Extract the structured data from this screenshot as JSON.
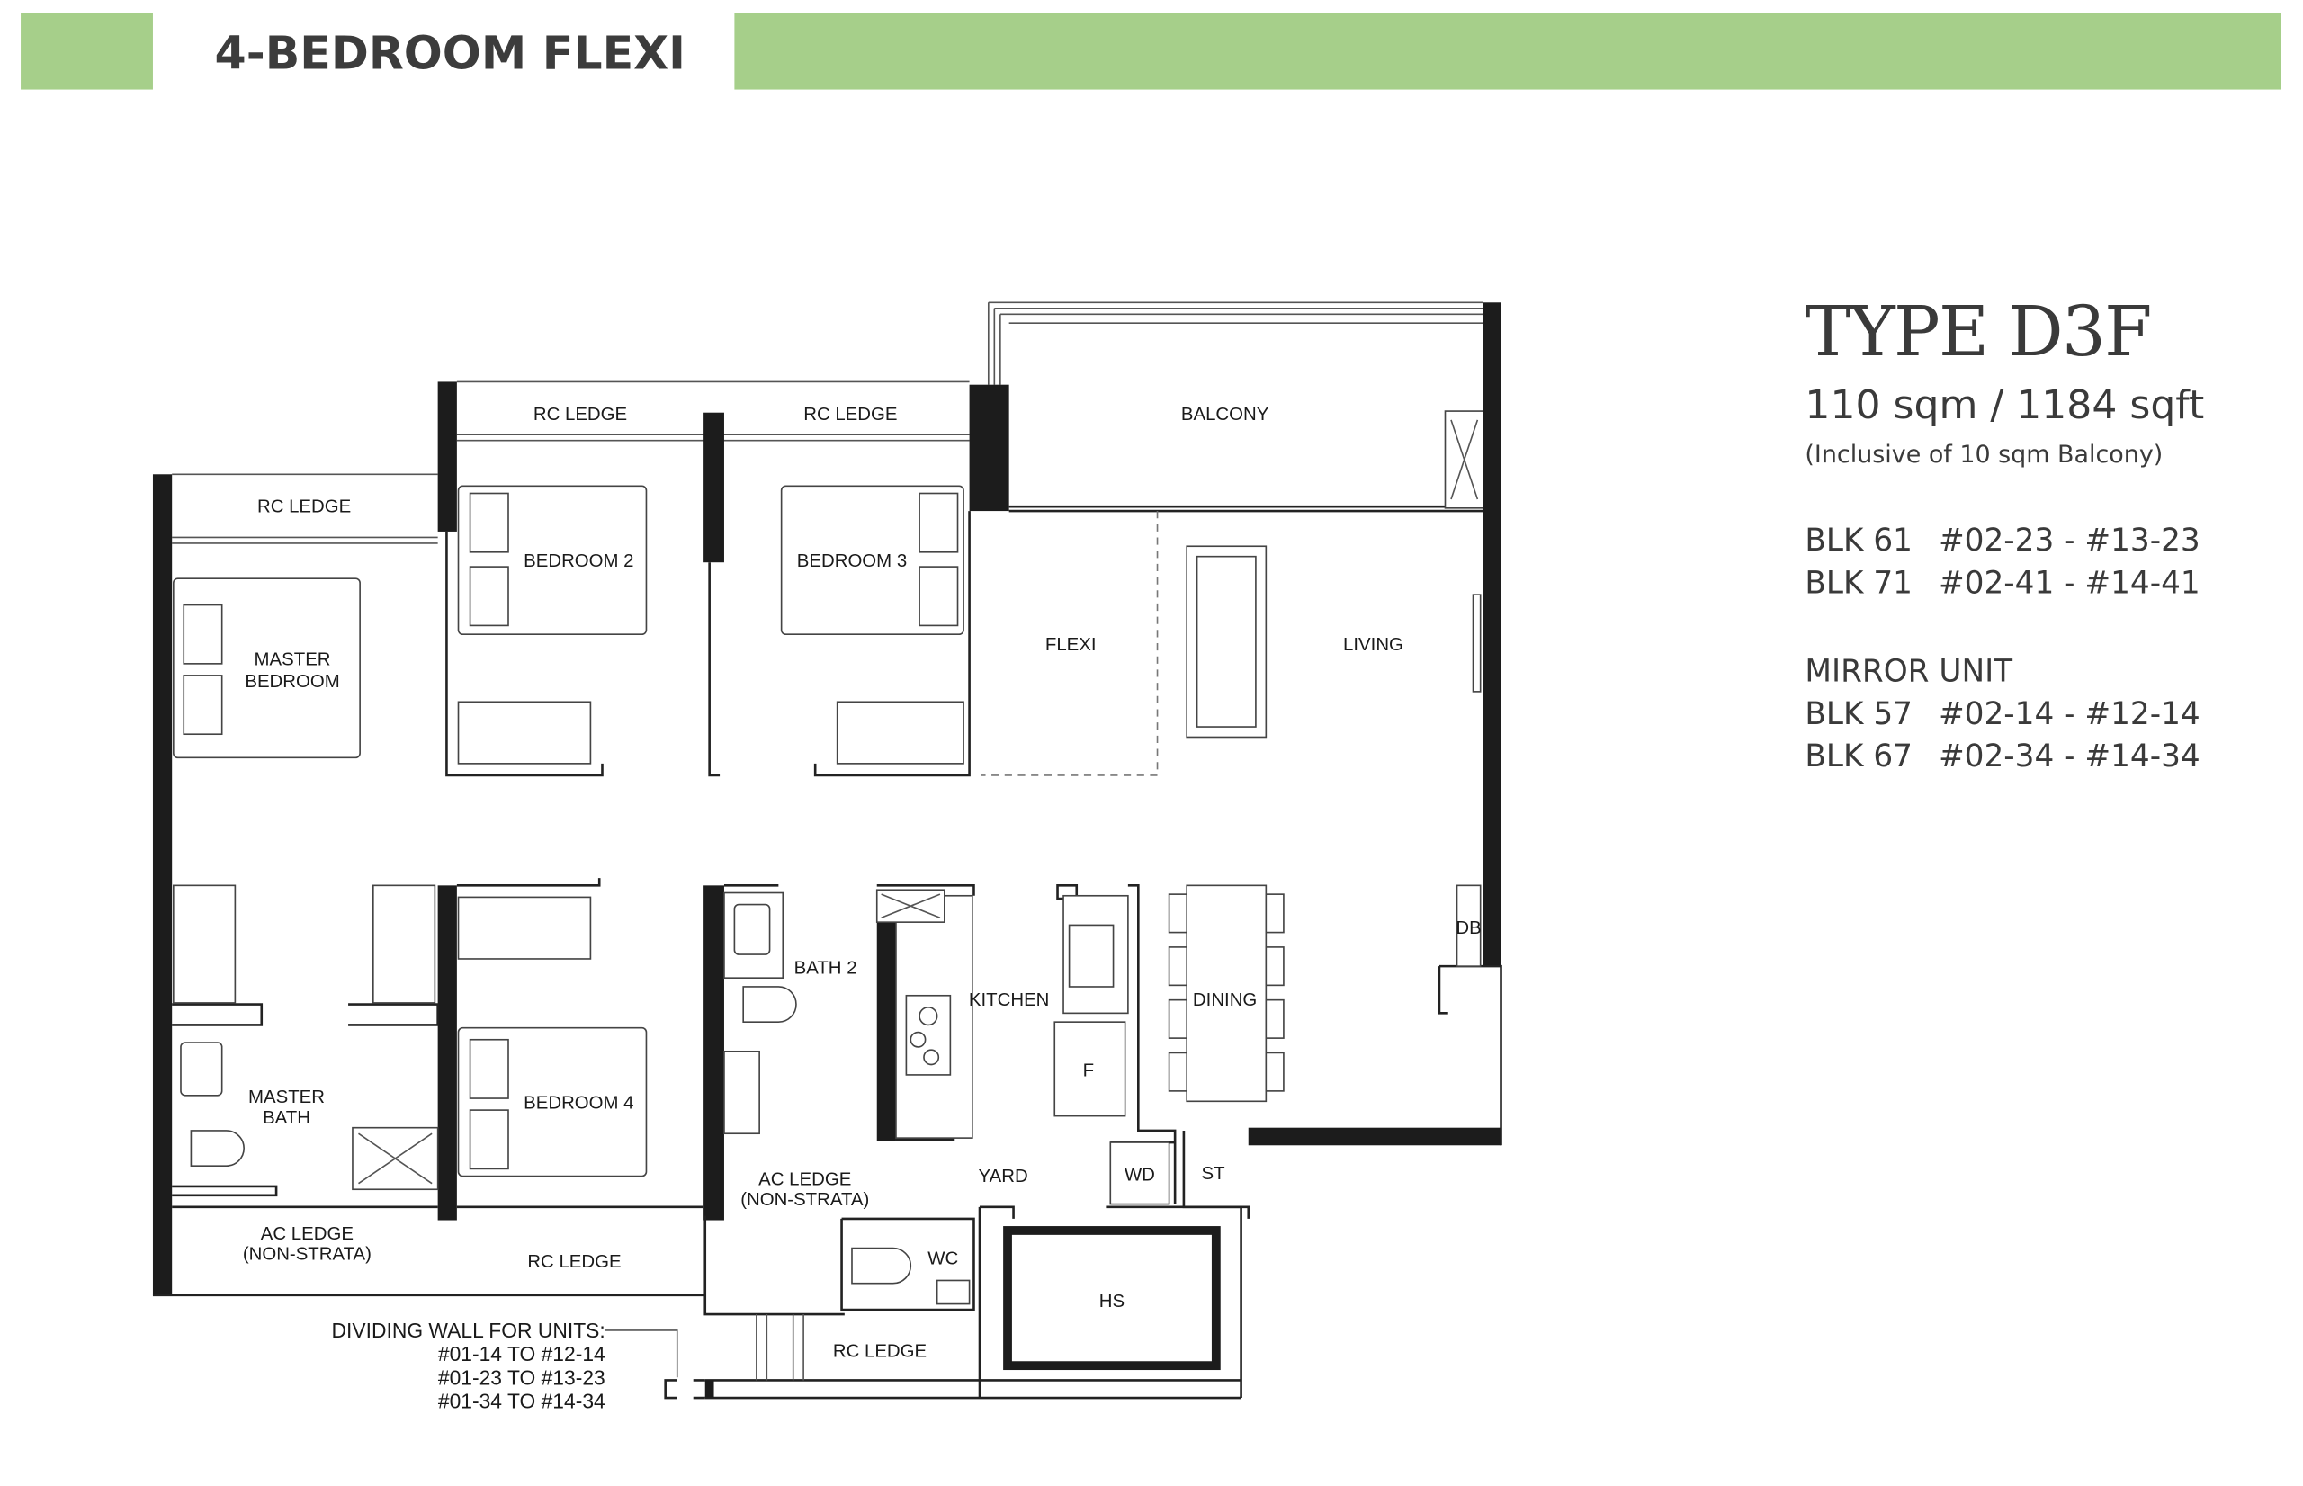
{
  "header": {
    "title": "4-BEDROOM FLEXI",
    "accent_color": "#a6cf8a"
  },
  "unit": {
    "type": "TYPE D3F",
    "area": "110 sqm / 1184 sqft",
    "area_note": "(Inclusive of 10 sqm Balcony)",
    "units": [
      {
        "blk": "BLK 61",
        "range": "#02-23 - #13-23"
      },
      {
        "blk": "BLK 71",
        "range": "#02-41 - #14-41"
      }
    ],
    "mirror_title": "MIRROR UNIT",
    "mirror_units": [
      {
        "blk": "BLK 57",
        "range": "#02-14 - #12-14"
      },
      {
        "blk": "BLK 67",
        "range": "#02-34 - #14-34"
      }
    ]
  },
  "rooms": {
    "rc_ledge_1": "RC LEDGE",
    "rc_ledge_2": "RC LEDGE",
    "balcony": "BALCONY",
    "rc_ledge_3": "RC LEDGE",
    "bedroom_2": "BEDROOM 2",
    "bedroom_3": "BEDROOM 3",
    "master_bedroom_1": "MASTER",
    "master_bedroom_2": "BEDROOM",
    "flexi": "FLEXI",
    "living": "LIVING",
    "db": "DB",
    "bath_2": "BATH 2",
    "kitchen": "KITCHEN",
    "dining": "DINING",
    "master_bath_1": "MASTER",
    "master_bath_2": "BATH",
    "bedroom_4": "BEDROOM 4",
    "fridge": "F",
    "ac_ledge_1a": "AC LEDGE",
    "ac_ledge_1b": "(NON-STRATA)",
    "yard": "YARD",
    "wd": "WD",
    "st": "ST",
    "ac_ledge_2a": "AC LEDGE",
    "ac_ledge_2b": "(NON-STRATA)",
    "rc_ledge_4": "RC LEDGE",
    "wc": "WC",
    "hs": "HS",
    "rc_ledge_5": "RC LEDGE"
  },
  "dividing_wall_note": {
    "title": "DIVIDING WALL FOR UNITS:",
    "lines": [
      "#01-14 TO #12-14",
      "#01-23 TO #13-23",
      "#01-34 TO #14-34"
    ]
  }
}
